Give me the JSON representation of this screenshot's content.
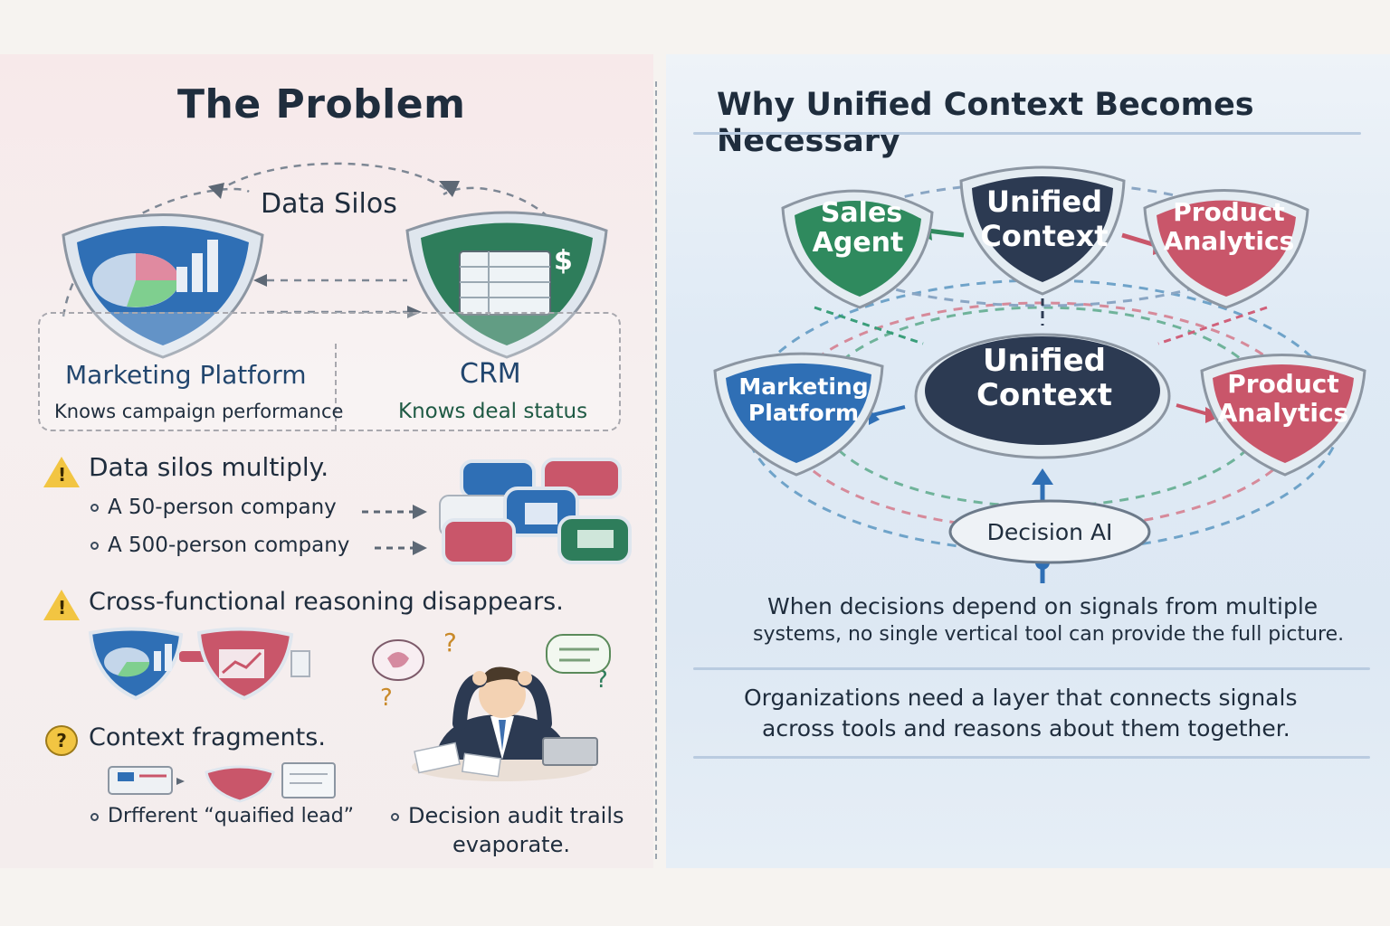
{
  "left": {
    "title": "The Problem",
    "silos_label": "Data Silos",
    "marketing": {
      "name": "Marketing Platform",
      "desc": "Knows campaign performance"
    },
    "crm": {
      "name": "CRM",
      "desc": "Knows deal status"
    },
    "section1": {
      "heading": "Data silos multiply.",
      "items": [
        "A 50-person company",
        "A 500-person company"
      ]
    },
    "section2": {
      "heading": "Cross-functional reasoning disappears."
    },
    "section3": {
      "heading": "Context fragments.",
      "item_a": "Drfferent “quaified lead”",
      "item_b_line1": "Decision audit trails",
      "item_b_line2": "evaporate."
    },
    "icons": [
      "warning-icon",
      "question-icon",
      "dollar-icon",
      "confused-person"
    ]
  },
  "right": {
    "title": "Why Unified Context Becomes Necessary",
    "nodes": {
      "sales_agent": [
        "Sales",
        "Agent"
      ],
      "unified_top": [
        "Unified",
        "Context"
      ],
      "product_top": [
        "Product",
        "Analytics"
      ],
      "marketing": [
        "Marketing",
        "Platform"
      ],
      "unified_center": [
        "Unified",
        "Context"
      ],
      "product_right": [
        "Product",
        "Analytics"
      ],
      "decision_ai": "Decision AI"
    },
    "statement1": {
      "line1": "When decisions depend on signals from multiple",
      "line2": "systems, no single vertical tool can provide the full picture."
    },
    "statement2": {
      "line1": "Organizations need a layer that connects signals",
      "line2": "across tools and reasons about them together."
    },
    "colors": {
      "green": "#2f8a5e",
      "navy": "#2c3a52",
      "red": "#c9566a",
      "blue": "#2f6fb5",
      "yellow": "#f2c542"
    }
  }
}
